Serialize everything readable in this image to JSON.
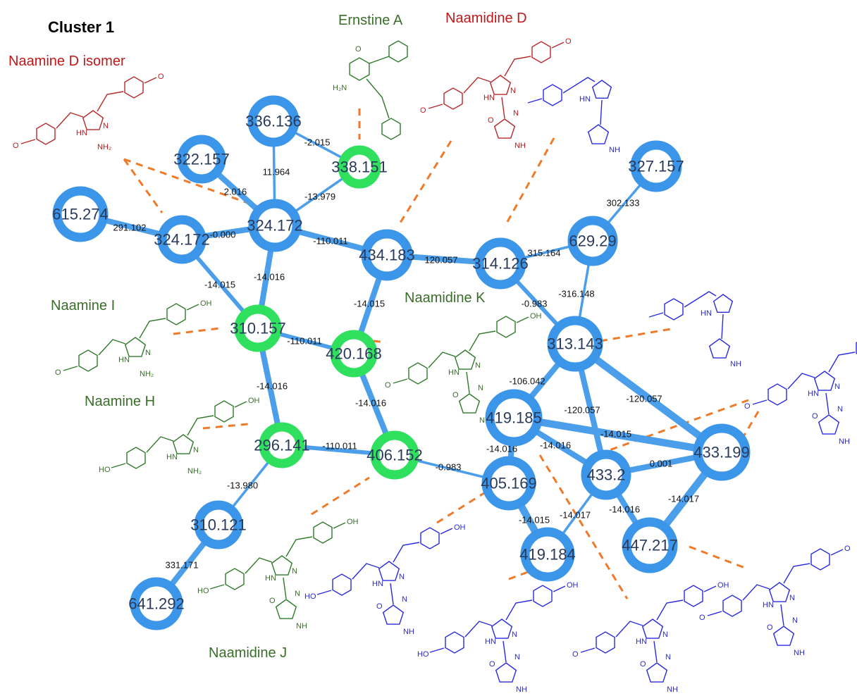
{
  "title": "Cluster 1",
  "colors": {
    "node_blue": "#3b95e8",
    "node_green": "#2ee05e",
    "edge": "#4a9eea",
    "dash": "#ef7a2a",
    "name_red": "#c0181a",
    "name_green": "#3a6e2a",
    "struct_blue": "#2a2adf"
  },
  "compound_names": [
    {
      "id": "naamine-d-isomer",
      "text": "Naamine D isomer",
      "color": "red"
    },
    {
      "id": "ernstine-a",
      "text": "Ernstine A",
      "color": "green"
    },
    {
      "id": "naamidine-d",
      "text": "Naamidine D",
      "color": "red"
    },
    {
      "id": "naamidine-k",
      "text": "Naamidine K",
      "color": "green"
    },
    {
      "id": "naamine-i",
      "text": "Naamine I",
      "color": "green"
    },
    {
      "id": "naamine-h",
      "text": "Naamine H",
      "color": "green"
    },
    {
      "id": "naamidine-j",
      "text": "Naamidine J",
      "color": "green"
    }
  ],
  "nodes": [
    {
      "id": "n336_136",
      "label": "336.136",
      "color": "blue"
    },
    {
      "id": "n322_157",
      "label": "322.157",
      "color": "blue"
    },
    {
      "id": "n338_151",
      "label": "338.151",
      "color": "green"
    },
    {
      "id": "n615_274",
      "label": "615.274",
      "color": "blue"
    },
    {
      "id": "n324_172a",
      "label": "324.172",
      "color": "blue"
    },
    {
      "id": "n324_172b",
      "label": "324.172",
      "color": "blue"
    },
    {
      "id": "n434_183",
      "label": "434.183",
      "color": "blue"
    },
    {
      "id": "n314_126",
      "label": "314.126",
      "color": "blue"
    },
    {
      "id": "n629_29",
      "label": "629.29",
      "color": "blue"
    },
    {
      "id": "n327_157",
      "label": "327.157",
      "color": "blue"
    },
    {
      "id": "n310_157",
      "label": "310.157",
      "color": "green"
    },
    {
      "id": "n420_168",
      "label": "420.168",
      "color": "green"
    },
    {
      "id": "n313_143",
      "label": "313.143",
      "color": "blue"
    },
    {
      "id": "n419_185",
      "label": "419.185",
      "color": "blue"
    },
    {
      "id": "n433_199",
      "label": "433.199",
      "color": "blue"
    },
    {
      "id": "n296_141",
      "label": "296.141",
      "color": "green"
    },
    {
      "id": "n406_152",
      "label": "406.152",
      "color": "green"
    },
    {
      "id": "n405_169",
      "label": "405.169",
      "color": "blue"
    },
    {
      "id": "n433_2",
      "label": "433.2",
      "color": "blue"
    },
    {
      "id": "n310_121",
      "label": "310.121",
      "color": "blue"
    },
    {
      "id": "n447_217",
      "label": "447.217",
      "color": "blue"
    },
    {
      "id": "n419_184",
      "label": "419.184",
      "color": "blue"
    },
    {
      "id": "n641_292",
      "label": "641.292",
      "color": "blue"
    }
  ],
  "edges": [
    {
      "source": "n336_136",
      "target": "n338_151",
      "label": "-2.015",
      "weight": 1
    },
    {
      "source": "n336_136",
      "target": "n324_172b",
      "label": "11.964",
      "weight": 1
    },
    {
      "source": "n322_157",
      "target": "n324_172b",
      "label": "2.016",
      "weight": 3
    },
    {
      "source": "n338_151",
      "target": "n324_172b",
      "label": "-13.979",
      "weight": 1
    },
    {
      "source": "n615_274",
      "target": "n324_172a",
      "label": "291.102",
      "weight": 3
    },
    {
      "source": "n324_172a",
      "target": "n324_172b",
      "label": "-0.000",
      "weight": 3
    },
    {
      "source": "n324_172b",
      "target": "n434_183",
      "label": "-110.011",
      "weight": 3
    },
    {
      "source": "n434_183",
      "target": "n314_126",
      "label": "120.057",
      "weight": 3
    },
    {
      "source": "n314_126",
      "target": "n629_29",
      "label": "315.164",
      "weight": 1
    },
    {
      "source": "n629_29",
      "target": "n327_157",
      "label": "302.133",
      "weight": 1
    },
    {
      "source": "n324_172a",
      "target": "n310_157",
      "label": "-14.015",
      "weight": 2
    },
    {
      "source": "n324_172b",
      "target": "n310_157",
      "label": "-14.016",
      "weight": 3
    },
    {
      "source": "n434_183",
      "target": "n420_168",
      "label": "-14.015",
      "weight": 3
    },
    {
      "source": "n314_126",
      "target": "n313_143",
      "label": "-0.983",
      "weight": 2
    },
    {
      "source": "n629_29",
      "target": "n313_143",
      "label": "-316.148",
      "weight": 1
    },
    {
      "source": "n310_157",
      "target": "n420_168",
      "label": "-110.011",
      "weight": 2
    },
    {
      "source": "n310_157",
      "target": "n296_141",
      "label": "-14.016",
      "weight": 3
    },
    {
      "source": "n420_168",
      "target": "n406_152",
      "label": "-14.016",
      "weight": 3
    },
    {
      "source": "n313_143",
      "target": "n419_185",
      "label": "-106.042",
      "weight": 3
    },
    {
      "source": "n313_143",
      "target": "n433_2",
      "label": "-120.057",
      "weight": 3
    },
    {
      "source": "n313_143",
      "target": "n433_199",
      "label": "-120.057",
      "weight": 4
    },
    {
      "source": "n419_185",
      "target": "n433_199",
      "label": "-14.015",
      "weight": 4
    },
    {
      "source": "n419_185",
      "target": "n433_2",
      "label": "-14.016",
      "weight": 3
    },
    {
      "source": "n419_185",
      "target": "n405_169",
      "label": "-14.016",
      "weight": 3
    },
    {
      "source": "n433_2",
      "target": "n433_199",
      "label": "0.001",
      "weight": 3
    },
    {
      "source": "n296_141",
      "target": "n406_152",
      "label": "-110.011",
      "weight": 2
    },
    {
      "source": "n296_141",
      "target": "n310_121",
      "label": "-13.980",
      "weight": 1
    },
    {
      "source": "n406_152",
      "target": "n405_169",
      "label": "-0.983",
      "weight": 1
    },
    {
      "source": "n405_169",
      "target": "n419_184",
      "label": "-14.015",
      "weight": 4
    },
    {
      "source": "n433_2",
      "target": "n419_184",
      "label": "-14.017",
      "weight": 1
    },
    {
      "source": "n433_2",
      "target": "n447_217",
      "label": "-14.016",
      "weight": 3
    },
    {
      "source": "n433_199",
      "target": "n447_217",
      "label": "-14.017",
      "weight": 4
    },
    {
      "source": "n310_121",
      "target": "n641_292",
      "label": "331.171",
      "weight": 3
    }
  ],
  "atom_labels": {
    "nh2": "NH₂",
    "h2n": "H₂N",
    "hn": "HN",
    "n": "N",
    "nh": "NH",
    "o": "O",
    "oh": "OH",
    "ho": "HO"
  }
}
